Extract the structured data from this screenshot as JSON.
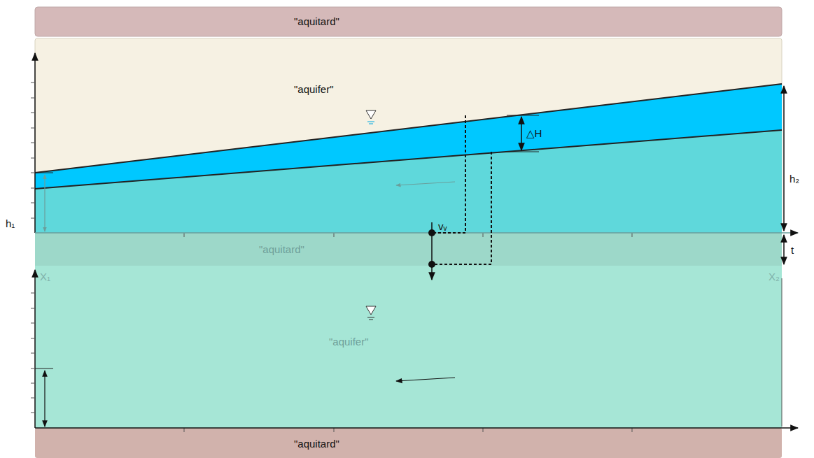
{
  "diagram": {
    "nodes": [
      {
        "text": [
          "\"aquitard\""
        ]
      },
      {
        "text": [
          "\"aquifer\""
        ]
      },
      {
        "text": [
          "\"aquitard\""
        ]
      },
      {
        "text": [
          "\"aquifer\""
        ]
      },
      {
        "text": [
          "\"aquitard\""
        ]
      }
    ],
    "labels": [
      "h₁",
      "h₂",
      "△H",
      "vᵥ",
      "t",
      "X₁",
      "X₂"
    ]
  }
}
